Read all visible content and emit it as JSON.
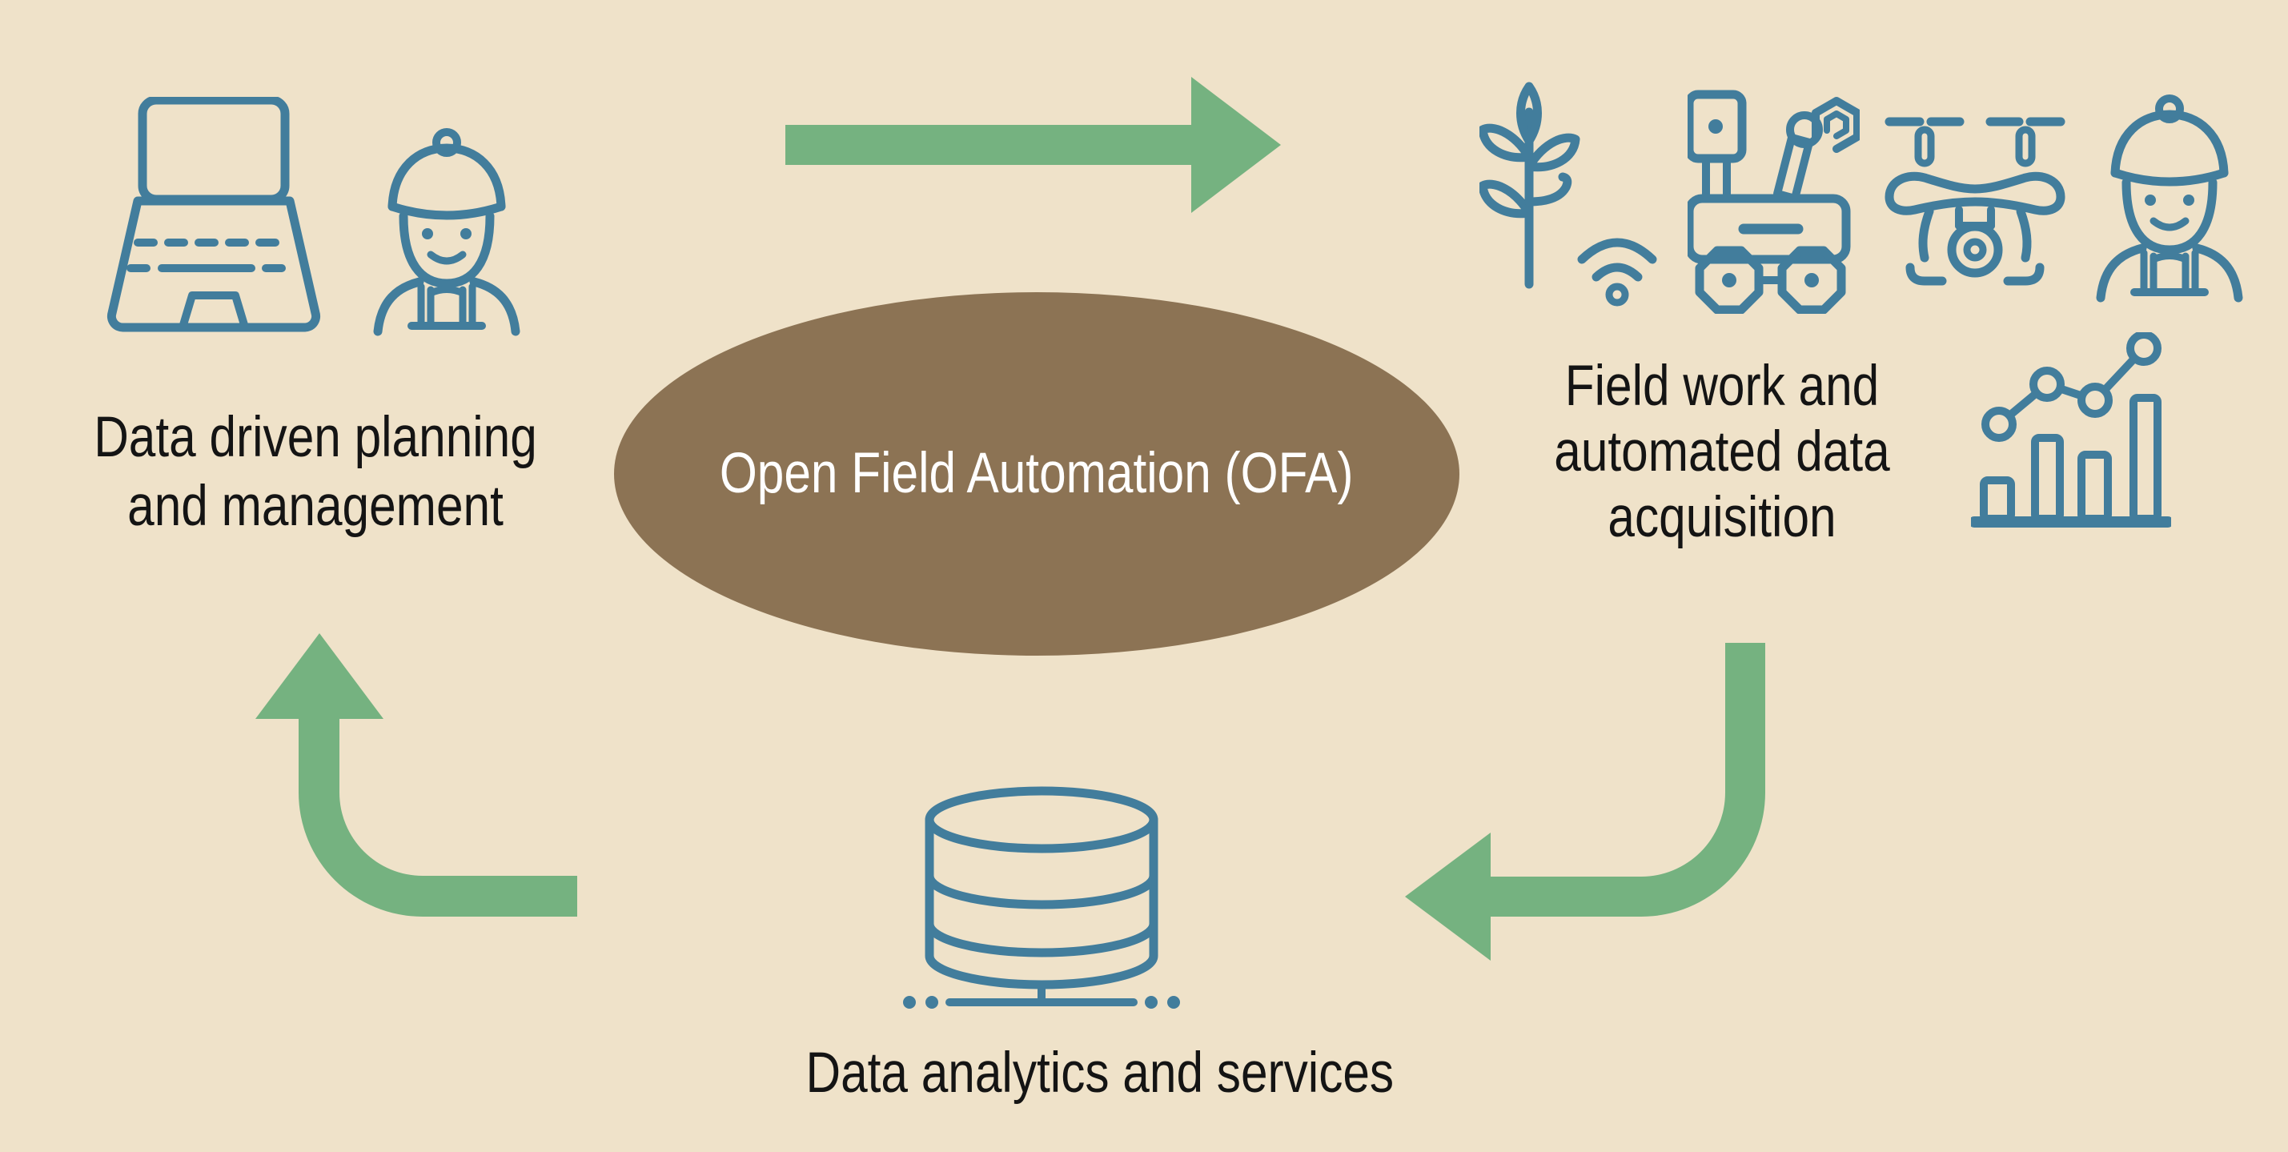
{
  "title": "Open Field Automation (OFA) cycle diagram",
  "center_node": {
    "label": "Open Field Automation (OFA)",
    "fill_color": "#8C7354",
    "text_color": "#FFFFFF"
  },
  "nodes": {
    "planning": {
      "line1": "Data driven planning",
      "line2": "and management",
      "icons": [
        "laptop-icon",
        "farmer-icon"
      ]
    },
    "fieldwork": {
      "line1": "Field work and",
      "line2": "automated data",
      "line3": "acquisition",
      "icons": [
        "crop-wifi-icon",
        "rover-icon",
        "drone-icon",
        "farmer-icon",
        "bar-line-chart-icon"
      ]
    },
    "analytics": {
      "line1": "Data analytics and services",
      "icons": [
        "database-network-icon"
      ]
    }
  },
  "arrows": [
    {
      "name": "arrow-planning-to-fieldwork",
      "direction": "right"
    },
    {
      "name": "arrow-fieldwork-to-analytics",
      "direction": "down-then-left"
    },
    {
      "name": "arrow-analytics-to-planning",
      "direction": "left-then-up"
    }
  ],
  "colors": {
    "background": "#EFE2C9",
    "ellipse": "#8C7354",
    "arrow_green": "#75B280",
    "icon_teal": "#427D9C",
    "text": "#141414"
  }
}
